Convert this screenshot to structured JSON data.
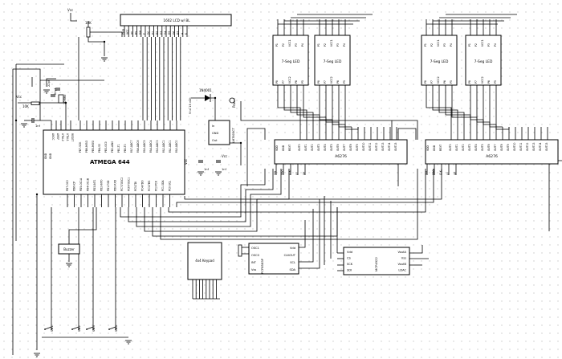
{
  "power": {
    "vcc": "Vcc"
  },
  "lcd": {
    "title": "1602 LCD w/ BL",
    "pins": [
      "GND",
      "VCC",
      "V0",
      "RS",
      "RW",
      "E",
      "D0",
      "D1",
      "D2",
      "D3",
      "D4",
      "D5",
      "D6",
      "D7",
      "A",
      "K"
    ]
  },
  "pot": {
    "value": "10K"
  },
  "regulator": {
    "diode": "1N4001",
    "input": "9 to 15 volt",
    "label": "Power",
    "part": "LM7805CT",
    "in": "In",
    "gnd": "GND",
    "out": "Out"
  },
  "reset": {
    "resistor": "10K"
  },
  "crystal": {
    "value": "20MHz",
    "cap1": "22pf",
    "cap2": "22pf"
  },
  "caps": {
    "generic": "1nf"
  },
  "mcu": {
    "name": "ATMEGA 644",
    "left_pins": [
      "AVCC",
      "AREF",
      "XTAL2",
      "XTAL1",
      "RESET"
    ],
    "top_pins": [
      "PB7-SCK",
      "PB6-MISO",
      "PB5-MOSI",
      "PB4-SS",
      "PB3-OC0",
      "PB2-AIN0",
      "PB1-T1",
      "PB0-T0",
      "PA7-ADC7",
      "PA6-ADC6",
      "PA5-ADC5",
      "PA4-ADC4",
      "PA3-ADC3",
      "PA2-ADC2",
      "PA1-ADC1",
      "PA0-ADC0"
    ],
    "bottom_pins": [
      "PD7-OC2",
      "PD6-ICP",
      "PD5-OC1A",
      "PD4-OC1B",
      "PD3-INT1",
      "PD2-INT0",
      "PD1-TXD",
      "PD0-RXD",
      "PC7-TOSC2",
      "PC6-TOSC1",
      "PC5-TDI",
      "PC4-TDO",
      "PC3-TMS",
      "PC2-TCK",
      "PC1-SDA",
      "PC0-SCL"
    ],
    "gnd_pins": [
      "GND",
      "GND"
    ]
  },
  "seg_leds": {
    "label": "7-Seg LED",
    "top_pins": [
      "P1",
      "P2",
      "VCC1",
      "P3",
      "P4"
    ],
    "bottom_pins": [
      "P8",
      "P7",
      "VCC2",
      "P6",
      "P5"
    ]
  },
  "drivers": {
    "label": "A6276",
    "outputs": [
      "OUT0",
      "OUT1",
      "OUT2",
      "OUT3",
      "OUT4",
      "OUT5",
      "OUT6",
      "OUT7",
      "OUT8",
      "OUT9",
      "OUT10",
      "OUT11",
      "OUT12",
      "OUT13",
      "OUT14",
      "OUT15"
    ],
    "inputs": [
      "SDI",
      "SDO",
      "CLK",
      "LE",
      "OE"
    ],
    "power": [
      "VDD",
      "GND",
      "REXT"
    ]
  },
  "rtc": {
    "label": "PCF8583P",
    "left_pins": [
      "OSC1",
      "OSC0",
      "INT",
      "Vss"
    ],
    "right_pins": [
      "Vdd",
      "CLKOUT",
      "SCL",
      "SDA"
    ]
  },
  "dac": {
    "label": "MCP4922",
    "left_pins": [
      "Vdd",
      "CS",
      "SCK",
      "SDI"
    ],
    "right_pins": [
      "VoutA",
      "Vss",
      "VoutB",
      "LDAC"
    ]
  },
  "keypad": {
    "label": "4x4 Keypad"
  },
  "buzzer": {
    "label": "Buzzer"
  },
  "switches": [
    "Sw1",
    "Sw2",
    "Sw3",
    "Sw4"
  ]
}
